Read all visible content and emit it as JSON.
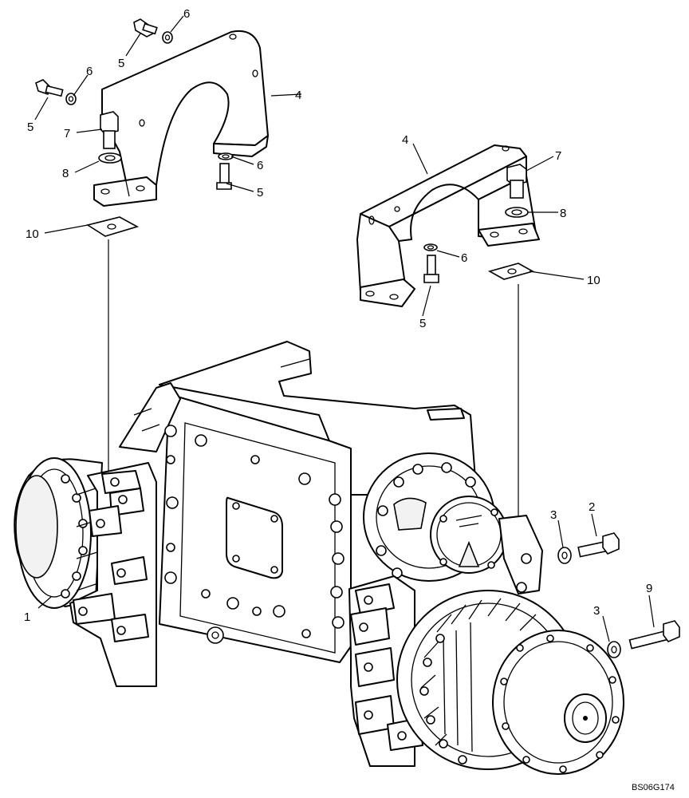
{
  "diagram": {
    "drawing_code": "BS06G174",
    "callouts": [
      {
        "id": "c1",
        "label": "1"
      },
      {
        "id": "c2",
        "label": "2"
      },
      {
        "id": "c3a",
        "label": "3"
      },
      {
        "id": "c3b",
        "label": "3"
      },
      {
        "id": "c4a",
        "label": "4"
      },
      {
        "id": "c4b",
        "label": "4"
      },
      {
        "id": "c5a",
        "label": "5"
      },
      {
        "id": "c5b",
        "label": "5"
      },
      {
        "id": "c5c",
        "label": "5"
      },
      {
        "id": "c5d",
        "label": "5"
      },
      {
        "id": "c6a",
        "label": "6"
      },
      {
        "id": "c6b",
        "label": "6"
      },
      {
        "id": "c6c",
        "label": "6"
      },
      {
        "id": "c6d",
        "label": "6"
      },
      {
        "id": "c7a",
        "label": "7"
      },
      {
        "id": "c7b",
        "label": "7"
      },
      {
        "id": "c8a",
        "label": "8"
      },
      {
        "id": "c8b",
        "label": "8"
      },
      {
        "id": "c9",
        "label": "9"
      },
      {
        "id": "c10a",
        "label": "10"
      },
      {
        "id": "c10b",
        "label": "10"
      }
    ]
  }
}
